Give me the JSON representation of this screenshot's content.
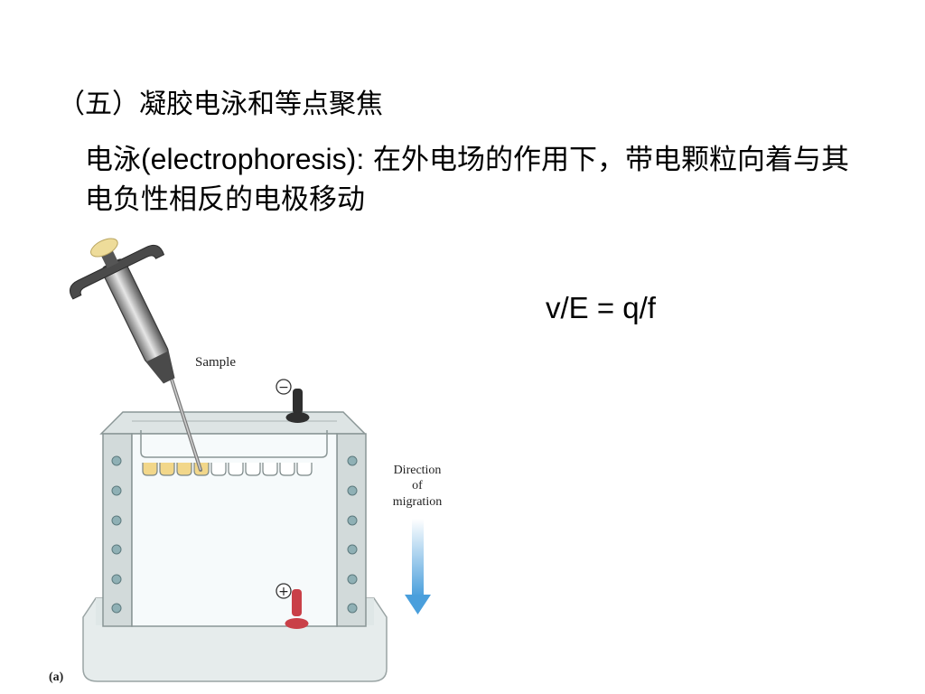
{
  "slide": {
    "heading": "（五）凝胶电泳和等点聚焦",
    "definition": {
      "lead": "电泳",
      "term": "(electrophoresis):",
      "rest": " 在外电场的作用下，带电颗粒向着与其电负性相反的电极移动"
    },
    "formula": "v/E = q/f"
  },
  "figure": {
    "sample_label": "Sample",
    "direction_label": [
      "Direction",
      "of",
      "migration"
    ],
    "cathode_symbol": "−",
    "anode_symbol": "+",
    "panel_label": "(a)",
    "colors": {
      "arrow": "#4a9fdc",
      "anode": "#c94048",
      "cathode": "#2f2f2f",
      "sample": "#f2d78a",
      "pipette_cap": "#eedc9a"
    }
  }
}
